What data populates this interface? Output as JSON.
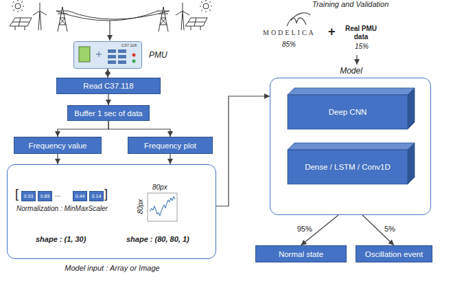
{
  "diagram": {
    "nodes": [
      {
        "text": [
          "C37.118",
          "PMU"
        ]
      },
      {
        "text": [
          "Read C37.118"
        ]
      },
      {
        "text": [
          "Buffer 1 sec of data"
        ]
      },
      {
        "text": [
          "Frequency value"
        ]
      },
      {
        "text": [
          "Frequency plot"
        ]
      },
      {
        "text": [
          "Model input : Array or Image"
        ]
      },
      {
        "text": [
          "0.93"
        ],
        "in": 5
      },
      {
        "text": [
          "0.89"
        ],
        "in": 5
      },
      {
        "text": [
          "0.44"
        ],
        "in": 5
      },
      {
        "text": [
          "0.14"
        ],
        "in": 5
      },
      {
        "text": [
          "Model"
        ]
      },
      {
        "text": [
          "Deep CNN"
        ],
        "in": 10
      },
      {
        "text": [
          "Dense / LSTM / Conv1D"
        ],
        "in": 10
      },
      {
        "text": [
          "Normal state"
        ]
      },
      {
        "text": [
          "Oscillation event"
        ]
      }
    ],
    "edges": [
      {
        "from": 0,
        "to": 1,
        "arrow": "both"
      },
      {
        "from": 1,
        "to": 2,
        "arrow": "to"
      },
      {
        "from": 2,
        "to": 3,
        "arrow": "to"
      },
      {
        "from": 2,
        "to": 4,
        "arrow": "to"
      },
      {
        "from": 3,
        "to": 5,
        "arrow": "to"
      },
      {
        "from": 4,
        "to": 5,
        "arrow": "to"
      },
      {
        "from": 5,
        "to": 10,
        "arrow": "to"
      },
      {
        "from": 10,
        "to": 13,
        "label": "95%",
        "arrow": "to"
      },
      {
        "from": 10,
        "to": 14,
        "label": "5%",
        "arrow": "to"
      }
    ],
    "labels": [
      "Training and Validation",
      "MODELICA",
      "85%",
      "+",
      "Real PMU data",
      "15%",
      "[",
      "...",
      "]",
      "Normalization : MinMaxScaler",
      "shape : (1, 30)",
      "80px",
      "80px",
      "shape : (80, 80, 1)"
    ]
  }
}
